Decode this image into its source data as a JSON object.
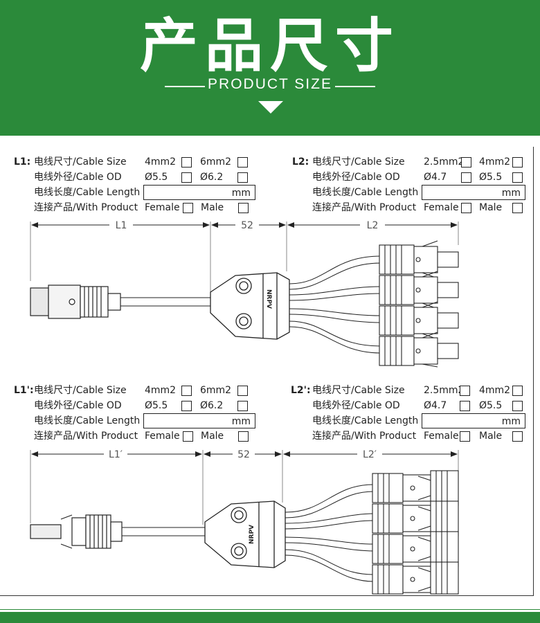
{
  "header": {
    "title_cn": "产品尺寸",
    "title_en": "PRODUCT SIZE"
  },
  "blocks": [
    {
      "key": "L1:",
      "size_label": "电线尺寸/Cable Size",
      "size_opts": [
        "4mm2",
        "6mm2"
      ],
      "od_label": "电线外径/Cable OD",
      "od_opts": [
        "Ø5.5",
        "Ø6.2"
      ],
      "length_label": "电线长度/Cable Length",
      "length_unit": "mm",
      "product_label": "连接产品/With Product",
      "product_opts": [
        "Female",
        "Male"
      ]
    },
    {
      "key": "L2:",
      "size_label": "电线尺寸/Cable Size",
      "size_opts": [
        "2.5mm2",
        "4mm2"
      ],
      "od_label": "电线外径/Cable OD",
      "od_opts": [
        "Ø4.7",
        "Ø5.5"
      ],
      "length_label": "电线长度/Cable Length",
      "length_unit": "mm",
      "product_label": "连接产品/With Product",
      "product_opts": [
        "Female",
        "Male"
      ]
    },
    {
      "key": "L1':",
      "size_label": "电线尺寸/Cable Size",
      "size_opts": [
        "4mm2",
        "6mm2"
      ],
      "od_label": "电线外径/Cable OD",
      "od_opts": [
        "Ø5.5",
        "Ø6.2"
      ],
      "length_label": "电线长度/Cable Length",
      "length_unit": "mm",
      "product_label": "连接产品/With Product",
      "product_opts": [
        "Female",
        "Male"
      ]
    },
    {
      "key": "L2':",
      "size_label": "电线尺寸/Cable Size",
      "size_opts": [
        "2.5mm2",
        "4mm2"
      ],
      "od_label": "电线外径/Cable OD",
      "od_opts": [
        "Ø4.7",
        "Ø5.5"
      ],
      "length_label": "电线长度/Cable Length",
      "length_unit": "mm",
      "product_label": "连接产品/With Product",
      "product_opts": [
        "Female",
        "Male"
      ]
    }
  ],
  "diagram_top": {
    "dim_left": "L1",
    "dim_mid": "52",
    "dim_right": "L2"
  },
  "diagram_bottom": {
    "dim_left": "L1′",
    "dim_mid": "52",
    "dim_right": "L2′"
  },
  "branch_marking": "NRPV",
  "colors": {
    "brand_green": "#2b8a3a",
    "line": "#222222"
  }
}
